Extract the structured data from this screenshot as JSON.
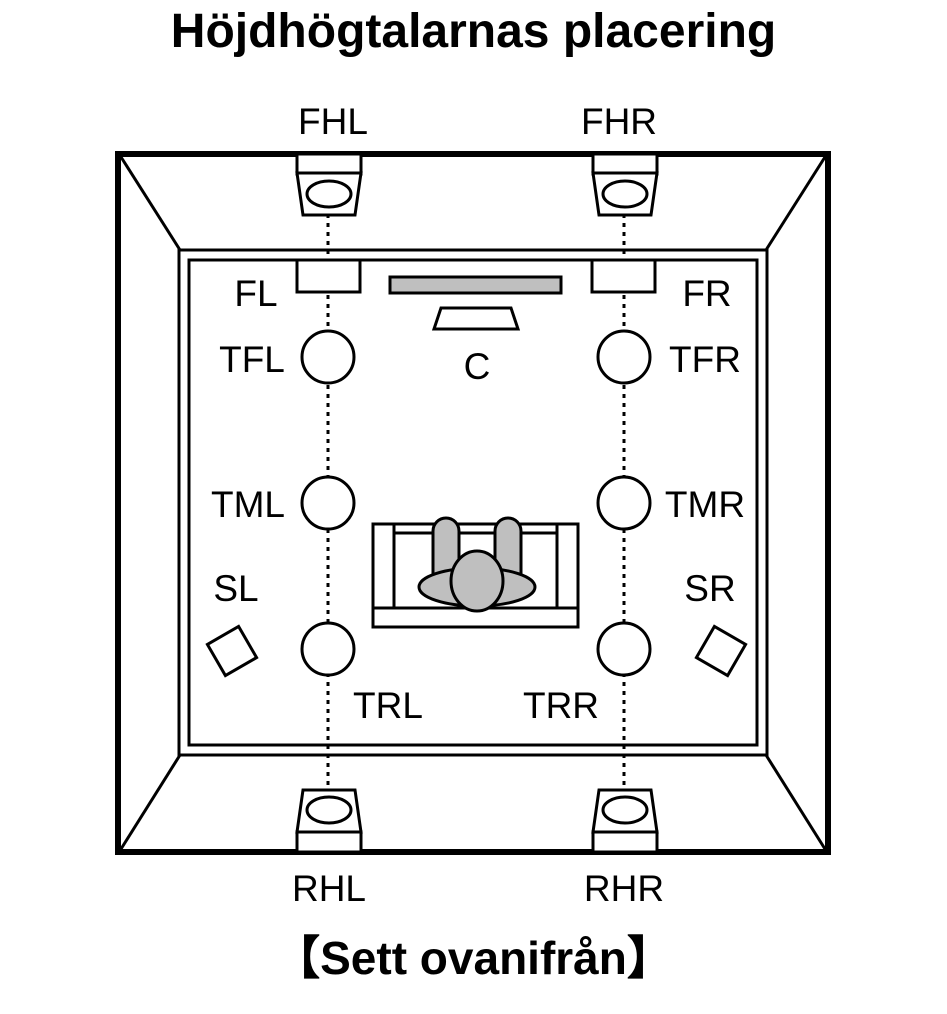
{
  "title": "Höjdhögtalarnas placering",
  "caption": "【Sett ovanifrån】",
  "labels": {
    "FHL": "FHL",
    "FHR": "FHR",
    "FL": "FL",
    "FR": "FR",
    "C": "C",
    "TFL": "TFL",
    "TFR": "TFR",
    "TML": "TML",
    "TMR": "TMR",
    "SL": "SL",
    "SR": "SR",
    "TRL": "TRL",
    "TRR": "TRR",
    "RHL": "RHL",
    "RHR": "RHR"
  },
  "colors": {
    "line": "#000000",
    "fill_gray": "#bfbfbf",
    "background": "#ffffff"
  }
}
